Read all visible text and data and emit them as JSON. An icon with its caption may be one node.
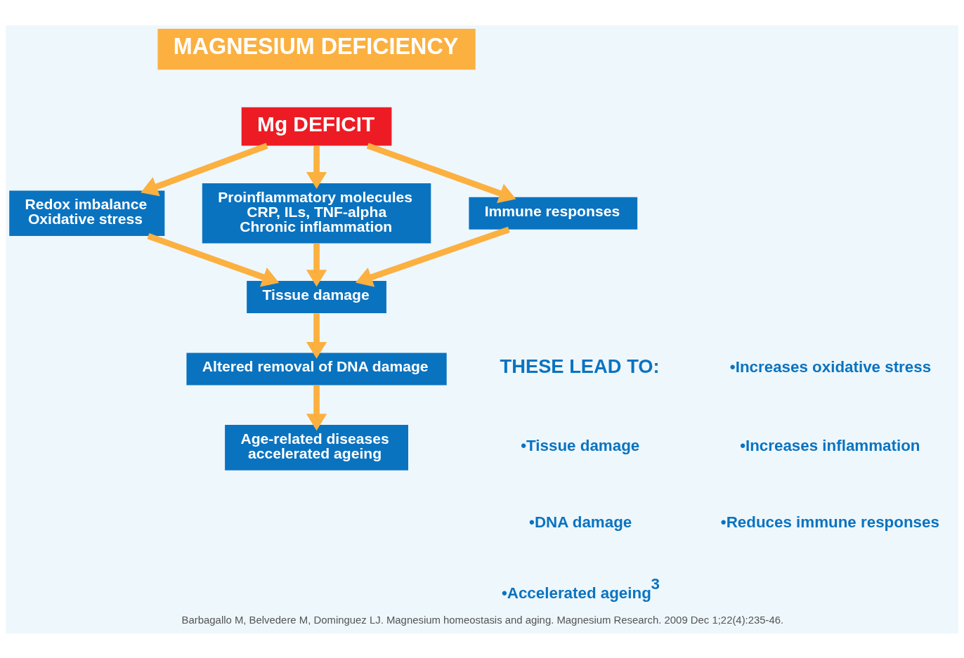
{
  "diagram": {
    "title": "MAGNESIUM DEFICIENCY",
    "caption": "Barbagallo M, Belvedere M, Dominguez LJ. Magnesium homeostasis and aging. Magnesium Research. 2009 Dec 1;22(4):235-46.",
    "nodes": [
      {
        "text": [
          "Mg DEFICIT"
        ]
      },
      {
        "text": [
          "Redox imbalance",
          "Oxidative stress"
        ]
      },
      {
        "text": [
          "Proinflammatory molecules",
          "CRP, ILs, TNF-alpha",
          "Chronic inflammation"
        ]
      },
      {
        "text": [
          "Immune responses"
        ]
      },
      {
        "text": [
          "Tissue damage"
        ]
      },
      {
        "text": [
          "Altered removal of DNA damage"
        ]
      },
      {
        "text": [
          "Age-related diseases",
          "accelerated ageing"
        ]
      }
    ],
    "edges": [
      {
        "from": 0,
        "to": 1,
        "arrow": "to"
      },
      {
        "from": 0,
        "to": 2,
        "arrow": "to"
      },
      {
        "from": 0,
        "to": 3,
        "arrow": "to"
      },
      {
        "from": 1,
        "to": 4,
        "arrow": "to"
      },
      {
        "from": 2,
        "to": 4,
        "arrow": "to"
      },
      {
        "from": 3,
        "to": 4,
        "arrow": "to"
      },
      {
        "from": 4,
        "to": 5,
        "arrow": "to"
      },
      {
        "from": 5,
        "to": 6,
        "arrow": "to"
      }
    ],
    "labels": [
      "•Increases oxidative stress",
      "•Increases inflammation",
      "•Reduces immune responses",
      "THESE LEAD TO:",
      "•Tissue damage",
      "•DNA damage",
      "•Accelerated ageing$^{3}$"
    ]
  }
}
